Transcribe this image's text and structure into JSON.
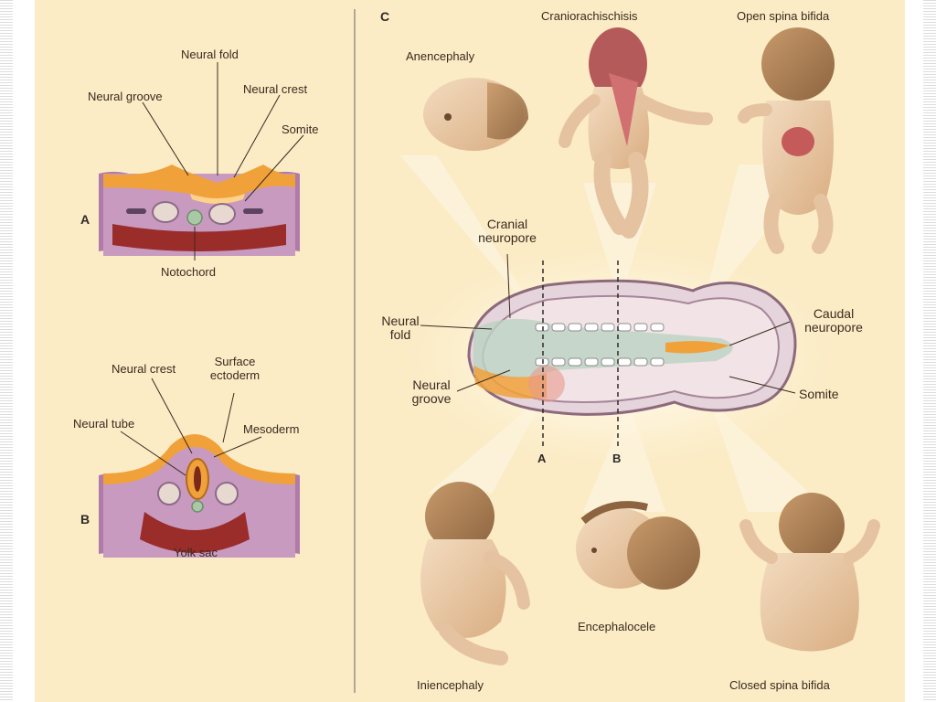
{
  "panels": {
    "a_letter": "A",
    "b_letter": "B",
    "c_letter": "C"
  },
  "panel_a": {
    "neural_fold": "Neural fold",
    "neural_groove": "Neural groove",
    "neural_crest": "Neural crest",
    "somite": "Somite",
    "notochord": "Notochord"
  },
  "panel_b": {
    "neural_crest": "Neural crest",
    "surface_ectoderm_line1": "Surface",
    "surface_ectoderm_line2": "ectoderm",
    "neural_tube": "Neural tube",
    "mesoderm": "Mesoderm",
    "yolk_sac": "Yolk sac"
  },
  "panel_c": {
    "anencephaly": "Anencephaly",
    "craniorachischisis": "Craniorachischisis",
    "open_spina_bifida": "Open spina bifida",
    "cranial_neuropore_line1": "Cranial",
    "cranial_neuropore_line2": "neuropore",
    "neural_fold_line1": "Neural",
    "neural_fold_line2": "fold",
    "neural_groove_line1": "Neural",
    "neural_groove_line2": "groove",
    "caudal_neuropore_line1": "Caudal",
    "caudal_neuropore_line2": "neuropore",
    "somite": "Somite",
    "section_a": "A",
    "section_b": "B",
    "iniencephaly": "Iniencephaly",
    "encephalocele": "Encephalocele",
    "closed_spina_bifida": "Closed spina bifida"
  },
  "colors": {
    "background": "#fbecc6",
    "ectoderm_orange": "#f0a13a",
    "mesoderm_purple": "#a979a8",
    "endoderm_red": "#9a2c2a",
    "notochord_green": "#a8c8a6",
    "skin": "#e8c7a2"
  }
}
